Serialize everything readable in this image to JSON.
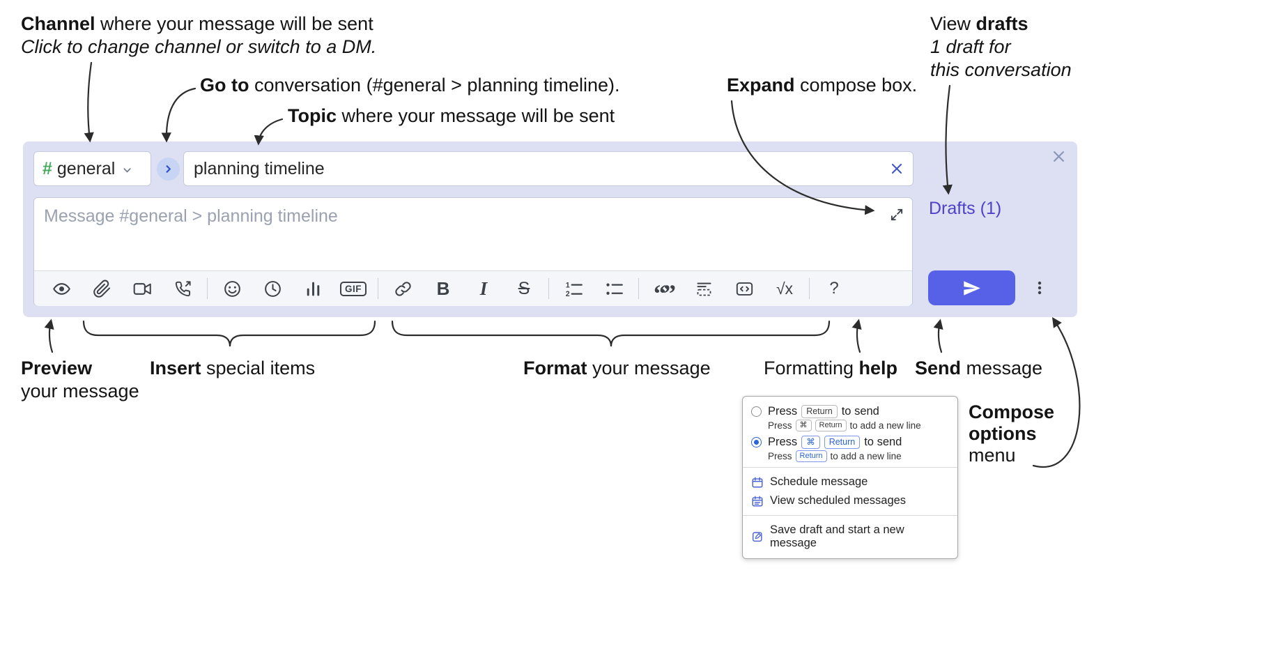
{
  "annotations": {
    "channel": {
      "b": "Channel",
      "r": " where your message will be sent",
      "i": "Click to change channel or switch to a DM."
    },
    "goto": {
      "b": "Go to",
      "r": " conversation (#general > planning timeline)."
    },
    "topic": {
      "b": "Topic",
      "r": " where your message will be sent"
    },
    "expand": {
      "b": "Expand",
      "r": " compose box."
    },
    "drafts": {
      "p": "View ",
      "b": "drafts",
      "i1": "1 draft for",
      "i2": "this conversation"
    },
    "preview": {
      "b": "Preview",
      "r": "your message"
    },
    "insert": {
      "b": "Insert",
      "r": " special items"
    },
    "format": {
      "b": "Format",
      "r": " your message"
    },
    "help": {
      "p": "Formatting ",
      "b": "help"
    },
    "send": {
      "b": "Send",
      "r": " message"
    },
    "options": {
      "b1": "Compose",
      "b2": "options",
      "r": "menu"
    }
  },
  "compose": {
    "channel": {
      "hash": "#",
      "name": "general"
    },
    "topic_value": "planning timeline",
    "message_placeholder": "Message #general > planning timeline",
    "drafts_link": "Drafts (1)"
  },
  "toolbar": {
    "gif": "GIF",
    "bold": "B",
    "italic": "I",
    "strike": "S",
    "quote": "“”",
    "math": "√x",
    "help": "?"
  },
  "popup": {
    "opt1": {
      "press": "Press",
      "k1": "Return",
      "suffix": "to send"
    },
    "opt1_sub": {
      "press": "Press",
      "k1": "⌘",
      "k2": "Return",
      "suffix": "to add a new line"
    },
    "opt2": {
      "press": "Press",
      "k1": "⌘",
      "k2": "Return",
      "suffix": "to send"
    },
    "opt2_sub": {
      "press": "Press",
      "k1": "Return",
      "suffix": "to add a new line"
    },
    "schedule": "Schedule message",
    "view_scheduled": "View scheduled messages",
    "save_draft": "Save draft and start a new message"
  },
  "colors": {
    "compose_bg": "#dce0f2",
    "accent_button": "#5661e8",
    "link": "#4f42c9",
    "channel_green": "#45a95c",
    "popup_blue": "#2b63d9"
  }
}
